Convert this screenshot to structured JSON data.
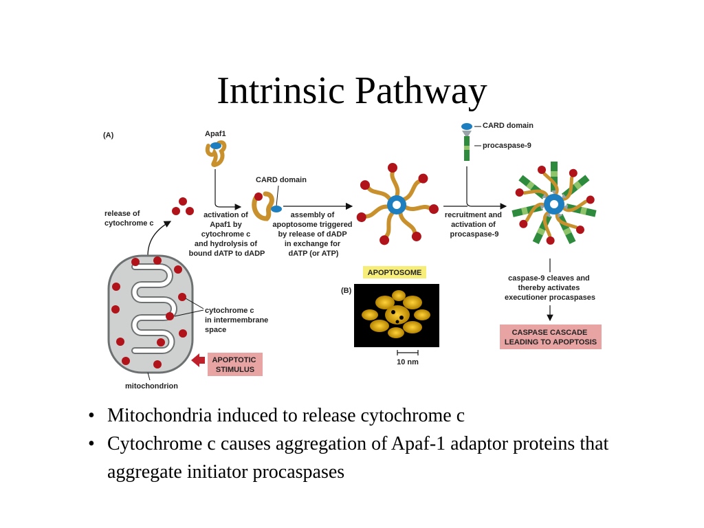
{
  "slide": {
    "title": "Intrinsic Pathway"
  },
  "figure": {
    "panel_a": "(A)",
    "panel_b": "(B)",
    "apaf1": "Apaf1",
    "card_domain_mid": "CARD domain",
    "card_domain_top": "CARD domain",
    "procaspase9": "procaspase-9",
    "release": [
      "release of",
      "cytochrome c"
    ],
    "activation": [
      "activation of",
      "Apaf1 by",
      "cytochrome c",
      "and hydrolysis of",
      "bound dATP to dADP"
    ],
    "assembly": [
      "assembly of",
      "apoptosome triggered",
      "by release of dADP",
      "in exchange for",
      "dATP (or ATP)"
    ],
    "recruitment": [
      "recruitment and",
      "activation of",
      "procaspase-9"
    ],
    "cyto_inter": [
      "cytochrome c",
      "in intermembrane",
      "space"
    ],
    "apoptotic_stimulus": [
      "APOPTOTIC",
      "STIMULUS"
    ],
    "mitochondrion": "mitochondrion",
    "apoptosome": "APOPTOSOME",
    "scale": "10 nm",
    "caspase9": [
      "caspase-9 cleaves and",
      "thereby activates",
      "executioner procaspases"
    ],
    "cascade": [
      "CASPASE CASCADE",
      "LEADING TO APOPTOSIS"
    ],
    "colors": {
      "cytochrome": "#b0141a",
      "apaf1": "#c8912e",
      "card": "#1e7fc0",
      "procaspase": "#2e8b3e",
      "mito": "#cfd1d1",
      "pink_box": "#e8a3a3",
      "yellow_box": "#f7ee7a"
    }
  },
  "bullets": [
    "Mitochondria induced to release cytochrome c",
    "Cytochrome c causes aggregation of Apaf-1 adaptor proteins that aggregate initiator procaspases"
  ],
  "bullet_char": "•"
}
